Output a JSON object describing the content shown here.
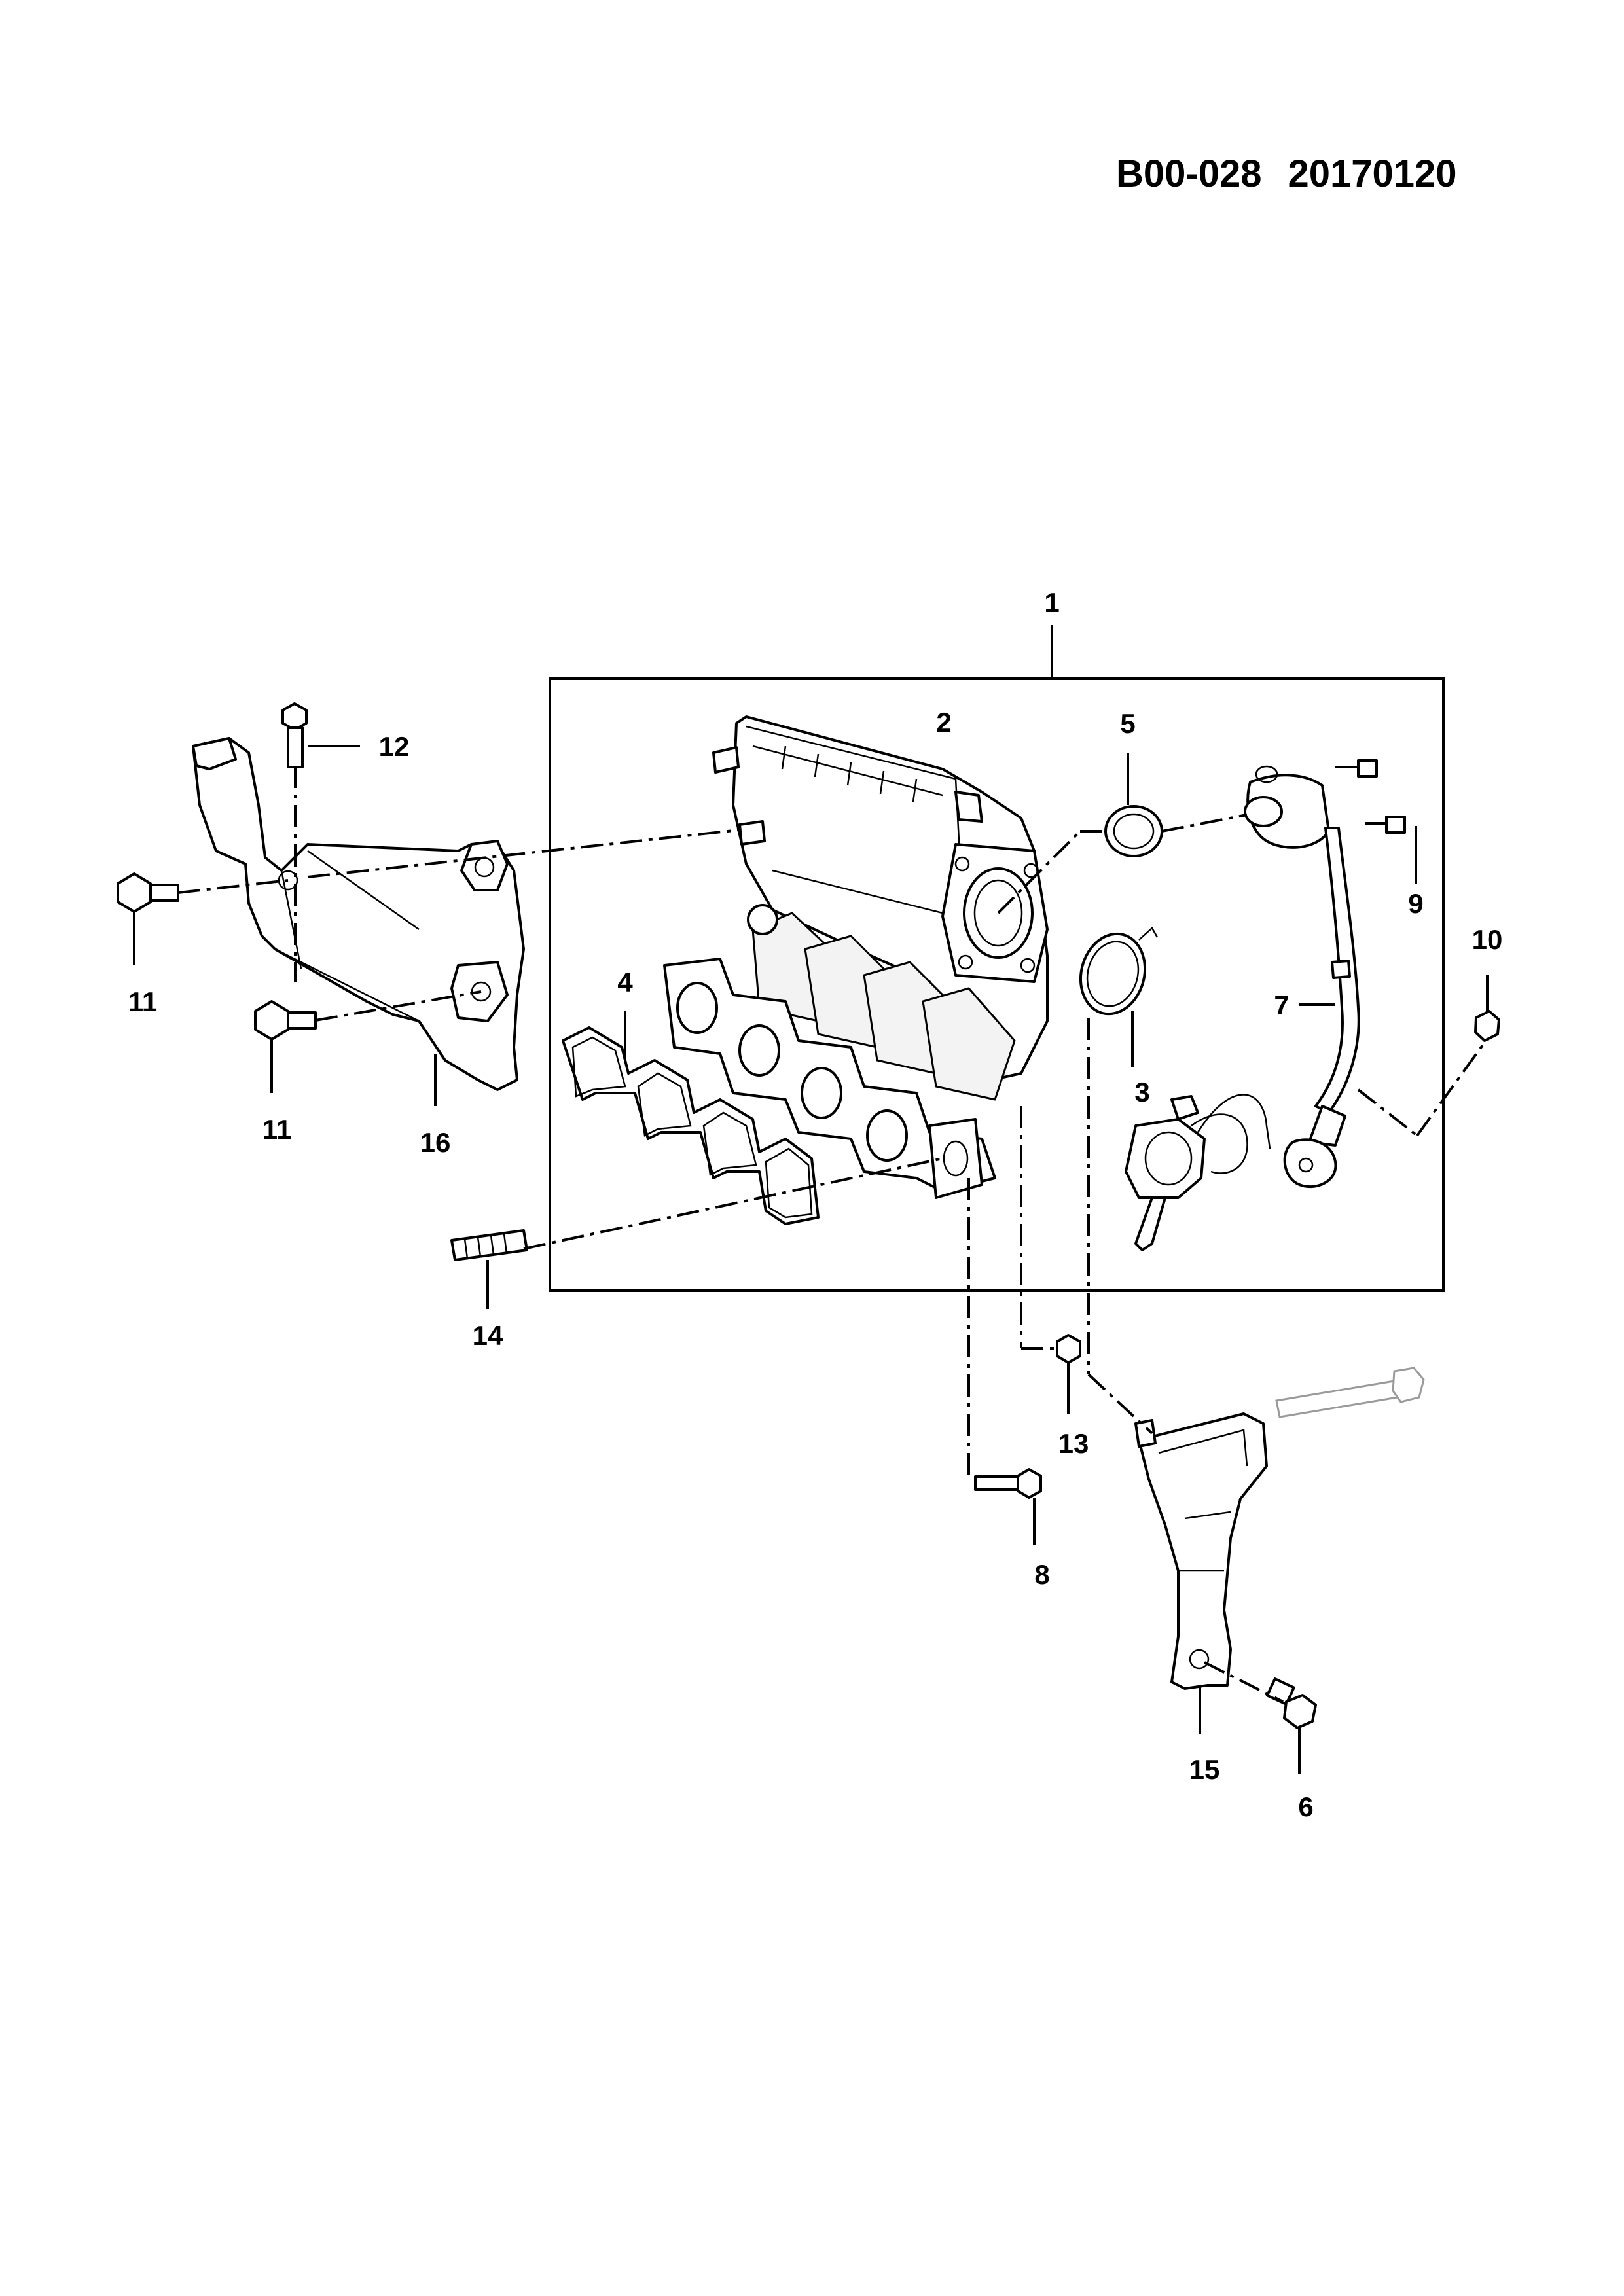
{
  "header": {
    "diagram_code": "B00-028",
    "date_code": "20170120"
  },
  "callouts": {
    "c1": "1",
    "c2": "2",
    "c3": "3",
    "c4": "4",
    "c5": "5",
    "c6": "6",
    "c7": "7",
    "c8": "8",
    "c9": "9",
    "c10": "10",
    "c11a": "11",
    "c11b": "11",
    "c12": "12",
    "c13": "13",
    "c14": "14",
    "c15": "15",
    "c16": "16"
  }
}
